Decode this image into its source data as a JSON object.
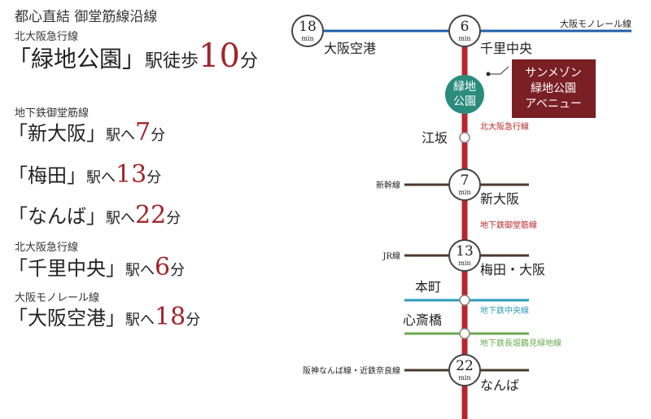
{
  "left": {
    "header": "都心直結 御堂筋線沿線",
    "primary": {
      "line": "北大阪急行線",
      "station": "「緑地公園」",
      "suffix": "駅徒歩",
      "value": "10",
      "unit": "分"
    },
    "routes": [
      {
        "line": "地下鉄御堂筋線",
        "station": "「新大阪」",
        "suffix": "駅へ",
        "value": "7",
        "unit": "分"
      },
      {
        "line": "",
        "station": "「梅田」",
        "suffix": "駅へ",
        "value": "13",
        "unit": "分"
      },
      {
        "line": "",
        "station": "「なんば」",
        "suffix": "駅へ",
        "value": "22",
        "unit": "分"
      },
      {
        "line": "北大阪急行線",
        "station": "「千里中央」",
        "suffix": "駅へ",
        "value": "6",
        "unit": "分"
      },
      {
        "line": "大阪モノレール線",
        "station": "「大阪空港」",
        "suffix": "駅へ",
        "value": "18",
        "unit": "分"
      }
    ]
  },
  "map": {
    "colors": {
      "main": "#b8262c",
      "mono": "#1f5fa8",
      "chuo": "#2b9bb8",
      "nagahori": "#6aa84f",
      "other": "#4a3a2e",
      "green": "#2a8c7d",
      "brown": "#7a1f24"
    },
    "monorail_label": "大阪モノレール線",
    "min_label": "min",
    "airport_time": "18",
    "airport_name": "大阪空港",
    "senri_time": "6",
    "senri_name": "千里中央",
    "ryokuchi_l1": "緑地",
    "ryokuchi_l2": "公園",
    "property_l1": "サンメゾン",
    "property_l2": "緑地公園",
    "property_l3": "アベニュー",
    "kitakyu_label": "北大阪急行線",
    "esaka": "江坂",
    "shinkansen": "新幹線",
    "shinosaka_time": "7",
    "shinosaka_name": "新大阪",
    "midosuji_label": "地下鉄御堂筋線",
    "jr": "JR線",
    "umeda_time": "13",
    "umeda_name": "梅田・大阪",
    "honmachi": "本町",
    "chuo_label": "地下鉄中央線",
    "shinsaibashi": "心斎橋",
    "nagahori_label": "地下鉄長堀鶴見緑地線",
    "hanshin": "阪神なんば線・近鉄奈良線",
    "namba_time": "22",
    "namba_name": "なんば"
  }
}
